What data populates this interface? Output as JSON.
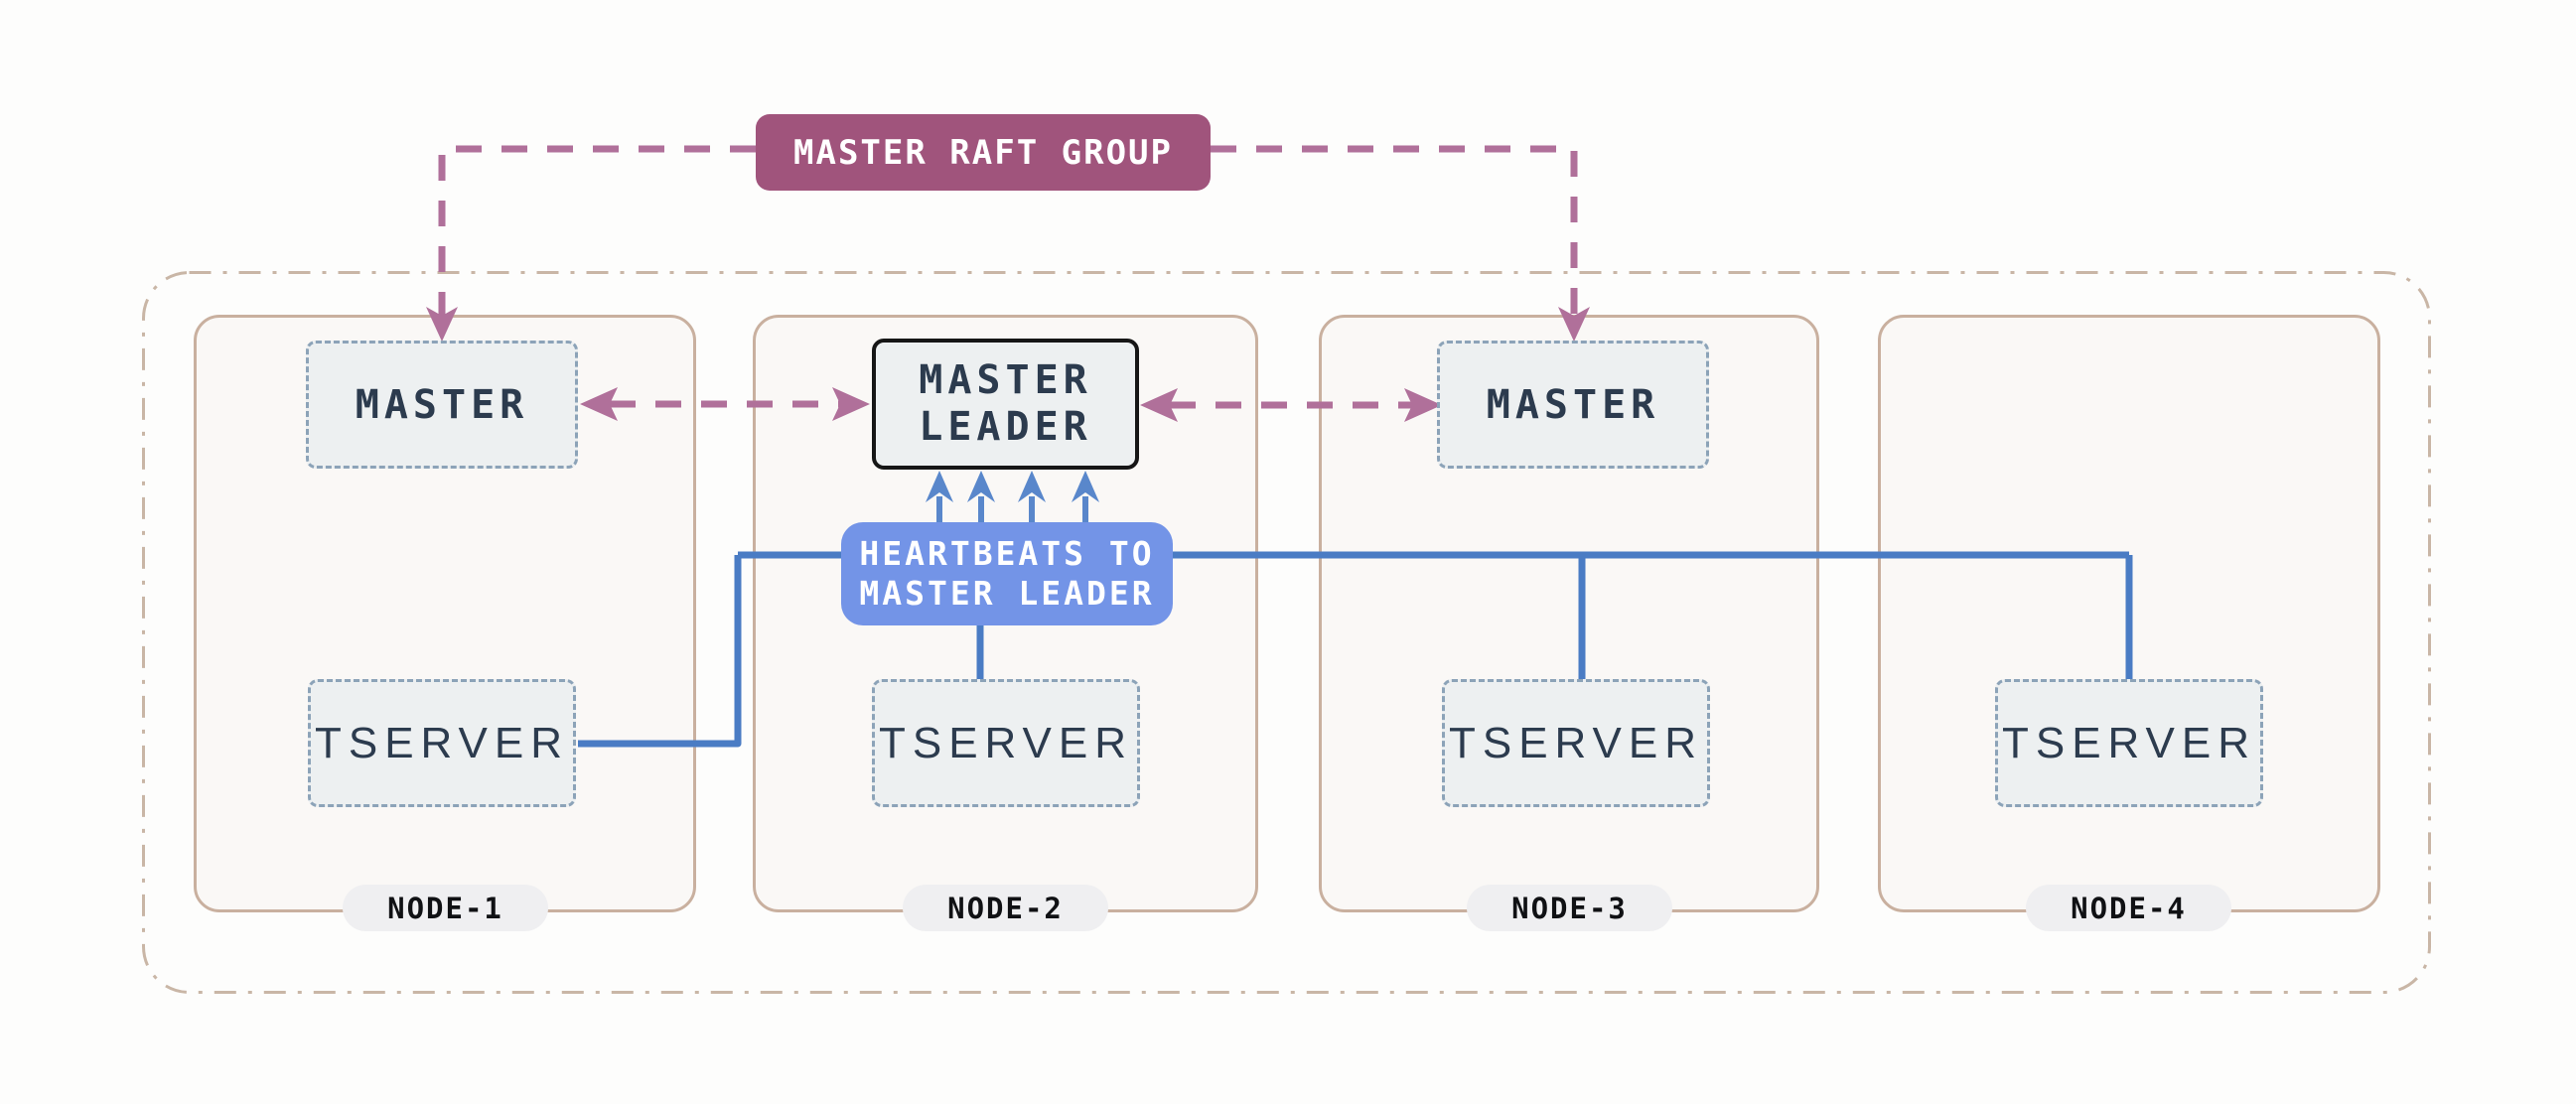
{
  "raft_group": {
    "label": "MASTER RAFT GROUP"
  },
  "heartbeats": {
    "line1": "HEARTBEATS TO",
    "line2": "MASTER LEADER"
  },
  "master_leader": {
    "line1": "MASTER",
    "line2": "LEADER"
  },
  "nodes": [
    {
      "label": "NODE-1",
      "master": "MASTER",
      "tserver": "TSERVER"
    },
    {
      "label": "NODE-2",
      "tserver": "TSERVER"
    },
    {
      "label": "NODE-3",
      "master": "MASTER",
      "tserver": "TSERVER"
    },
    {
      "label": "NODE-4",
      "tserver": "TSERVER"
    }
  ],
  "colors": {
    "raft_banner_fill": "#a0547c",
    "raft_link": "#b0709a",
    "heartbeat_label_fill": "#7394e7",
    "heartbeat_link": "#4a7cc4",
    "heartbeat_arrow": "#5987cb",
    "node_border": "#c9b09f",
    "node_fill": "#faf8f6",
    "cluster_border": "#c9b6a6",
    "box_fill": "#edf0f1",
    "box_dashed_border": "#8ca3b8",
    "leader_border": "#161616",
    "text_navy": "#2c3b4e",
    "pill_fill": "#efeff1"
  }
}
